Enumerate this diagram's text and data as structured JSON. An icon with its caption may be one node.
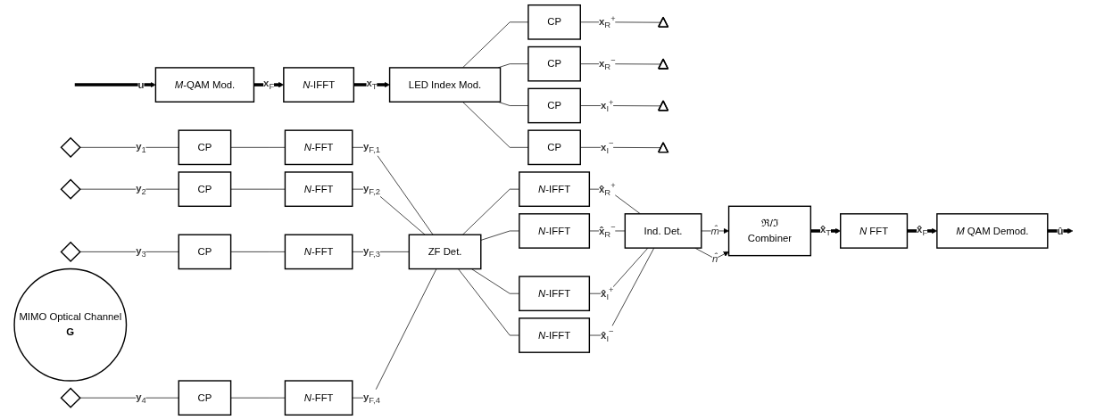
{
  "diagram": {
    "nodes": [
      {
        "text": [
          "*M*-QAM Mod."
        ]
      },
      {
        "text": [
          "*N*-IFFT"
        ]
      },
      {
        "text": [
          "LED Index Mod."
        ]
      },
      {
        "text": [
          "CP"
        ]
      },
      {
        "text": [
          "CP"
        ]
      },
      {
        "text": [
          "CP"
        ]
      },
      {
        "text": [
          "CP"
        ]
      },
      {
        "text": [],
        "shape": "triangle"
      },
      {
        "text": [],
        "shape": "triangle"
      },
      {
        "text": [],
        "shape": "triangle"
      },
      {
        "text": [],
        "shape": "triangle"
      },
      {
        "text": [
          "MIMO Optical Channel",
          "G"
        ]
      },
      {
        "text": [],
        "shape": "diamond"
      },
      {
        "text": [],
        "shape": "diamond"
      },
      {
        "text": [],
        "shape": "diamond"
      },
      {
        "text": [],
        "shape": "diamond"
      },
      {
        "text": [
          "CP"
        ]
      },
      {
        "text": [
          "CP"
        ]
      },
      {
        "text": [
          "CP"
        ]
      },
      {
        "text": [
          "CP"
        ]
      },
      {
        "text": [
          "*N*-FFT"
        ]
      },
      {
        "text": [
          "*N*-FFT"
        ]
      },
      {
        "text": [
          "*N*-FFT"
        ]
      },
      {
        "text": [
          "*N*-FFT"
        ]
      },
      {
        "text": [
          "ZF Det."
        ]
      },
      {
        "text": [
          "*N*-IFFT"
        ]
      },
      {
        "text": [
          "*N*-IFFT"
        ]
      },
      {
        "text": [
          "*N*-IFFT"
        ]
      },
      {
        "text": [
          "*N*-IFFT"
        ]
      },
      {
        "text": [
          "Ind. Det."
        ]
      },
      {
        "text": [
          "ℜ/ℑ",
          "Combiner"
        ]
      },
      {
        "text": [
          "*N* FFT"
        ]
      },
      {
        "text": [
          "*M* QAM Demod."
        ]
      }
    ],
    "edges": [
      {
        "from": null,
        "to": 0,
        "arrow": "to",
        "label": "**u**",
        "style": "thick"
      },
      {
        "from": 0,
        "to": 1,
        "arrow": "to",
        "label": "**x**$_{F}$",
        "style": "thick"
      },
      {
        "from": 1,
        "to": 2,
        "arrow": "to",
        "label": "**x**$_{T}$",
        "style": "thick"
      },
      {
        "from": 2,
        "to": 3,
        "arrow": "none"
      },
      {
        "from": 2,
        "to": 4,
        "arrow": "none"
      },
      {
        "from": 2,
        "to": 5,
        "arrow": "none"
      },
      {
        "from": 2,
        "to": 6,
        "arrow": "none"
      },
      {
        "from": 3,
        "to": 7,
        "arrow": "none",
        "label": "**x**$_{R}$$^{+}$"
      },
      {
        "from": 4,
        "to": 8,
        "arrow": "none",
        "label": "**x**$_{R}$$^{−}$"
      },
      {
        "from": 5,
        "to": 9,
        "arrow": "none",
        "label": "**x**$_{I}$$^{+}$"
      },
      {
        "from": 6,
        "to": 10,
        "arrow": "none",
        "label": "**x**$_{I}$$^{−}$"
      },
      {
        "from": 12,
        "to": 16,
        "arrow": "none",
        "label": "**y**$_{1}$"
      },
      {
        "from": 13,
        "to": 17,
        "arrow": "none",
        "label": "**y**$_{2}$"
      },
      {
        "from": 14,
        "to": 18,
        "arrow": "none",
        "label": "**y**$_{3}$"
      },
      {
        "from": 15,
        "to": 19,
        "arrow": "none",
        "label": "**y**$_{4}$"
      },
      {
        "from": 16,
        "to": 20,
        "arrow": "none"
      },
      {
        "from": 17,
        "to": 21,
        "arrow": "none"
      },
      {
        "from": 18,
        "to": 22,
        "arrow": "none"
      },
      {
        "from": 19,
        "to": 23,
        "arrow": "none"
      },
      {
        "from": 20,
        "to": 24,
        "arrow": "none",
        "label": "**y**$_{F,1}$"
      },
      {
        "from": 21,
        "to": 24,
        "arrow": "none",
        "label": "**y**$_{F,2}$"
      },
      {
        "from": 22,
        "to": 24,
        "arrow": "none",
        "label": "**y**$_{F,3}$"
      },
      {
        "from": 23,
        "to": 24,
        "arrow": "none",
        "label": "**y**$_{F,4}$"
      },
      {
        "from": 24,
        "to": 25,
        "arrow": "none"
      },
      {
        "from": 24,
        "to": 26,
        "arrow": "none"
      },
      {
        "from": 24,
        "to": 27,
        "arrow": "none"
      },
      {
        "from": 24,
        "to": 28,
        "arrow": "none"
      },
      {
        "from": 25,
        "to": 29,
        "arrow": "none",
        "label": "**x̂**$_{R}$$^{+}$"
      },
      {
        "from": 26,
        "to": 29,
        "arrow": "none",
        "label": "**x̂**$_{R}$$^{−}$"
      },
      {
        "from": 27,
        "to": 29,
        "arrow": "none",
        "label": "**x̂**$_{I}$$^{+}$"
      },
      {
        "from": 28,
        "to": 29,
        "arrow": "none",
        "label": "**x̂**$_{I}$$^{−}$"
      },
      {
        "from": 29,
        "to": 30,
        "arrow": "to",
        "label": "*m̂*"
      },
      {
        "from": 29,
        "to": 30,
        "arrow": "to",
        "label": "*n̂*"
      },
      {
        "from": 30,
        "to": 31,
        "arrow": "to",
        "label": "**x̂**$_{T}$",
        "style": "thick"
      },
      {
        "from": 31,
        "to": 32,
        "arrow": "to",
        "label": "**x̂**$_{F}$",
        "style": "thick"
      },
      {
        "from": 32,
        "to": null,
        "arrow": "to",
        "label": "**û**",
        "style": "thick"
      }
    ]
  }
}
